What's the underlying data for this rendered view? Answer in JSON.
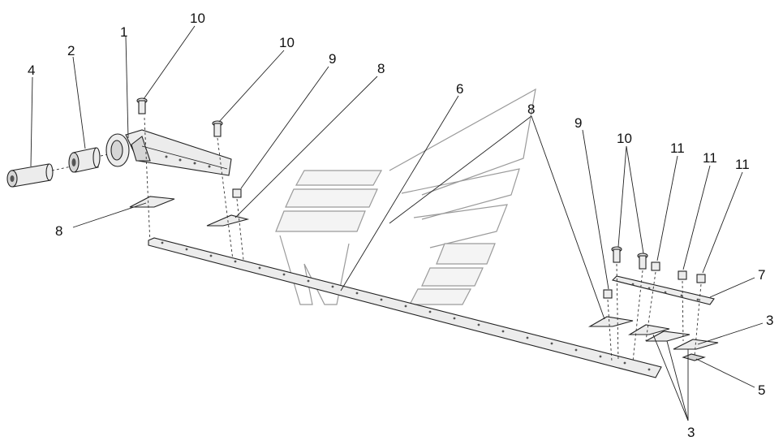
{
  "callouts": {
    "c1": "1",
    "c2": "2",
    "c3a": "3",
    "c3b": "3",
    "c4": "4",
    "c5": "5",
    "c6": "6",
    "c7": "7",
    "c8a": "8",
    "c8b": "8",
    "c8c": "8",
    "c9a": "9",
    "c9b": "9",
    "c10a": "10",
    "c10b": "10",
    "c10c": "10",
    "c11a": "11",
    "c11b": "11",
    "c11c": "11"
  },
  "colors": {
    "line": "#222222",
    "part_fill": "#ececec",
    "watermark": "#9a9a9a"
  }
}
